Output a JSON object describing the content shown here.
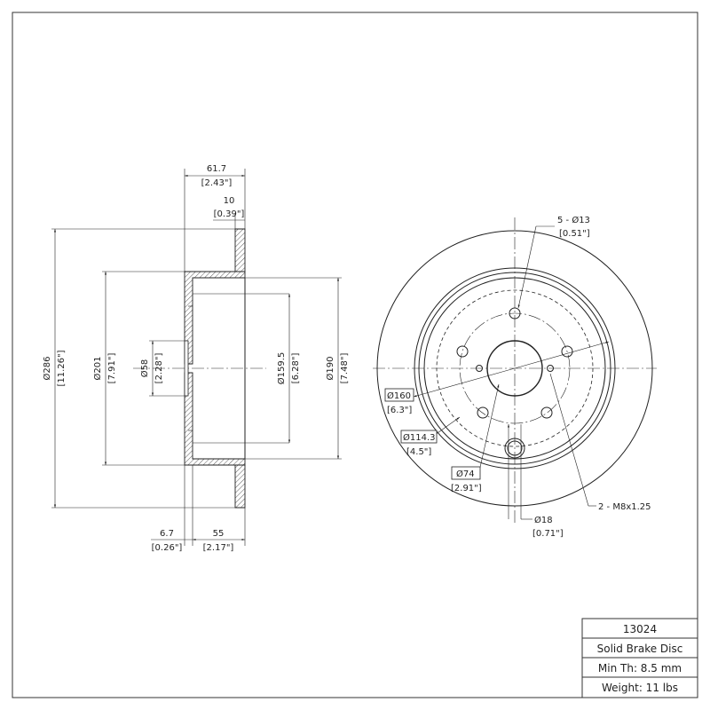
{
  "title_block": {
    "part_number": "13024",
    "description": "Solid Brake Disc",
    "min_thickness": "Min Th: 8.5 mm",
    "weight": "Weight: 11 lbs"
  },
  "dimensions": {
    "overall_height": {
      "mm": "61.7",
      "in": "[2.43\"]"
    },
    "rotor_thickness": {
      "mm": "10",
      "in": "[0.39\"]"
    },
    "outer_diameter": {
      "mm": "Ø286",
      "in": "[11.26\"]"
    },
    "hat_diameter": {
      "mm": "Ø201",
      "in": "[7.91\"]"
    },
    "center_bore": {
      "mm": "Ø58",
      "in": "[2.28\"]"
    },
    "inner_hat_diameter": {
      "mm": "Ø159.5",
      "in": "[6.28\"]"
    },
    "hat_outer_diameter": {
      "mm": "Ø190",
      "in": "[7.48\"]"
    },
    "hat_plate": {
      "mm": "6.7",
      "in": "[0.26\"]"
    },
    "hat_depth": {
      "mm": "55",
      "in": "[2.17\"]"
    },
    "stud_holes": {
      "mm": "5 - Ø13",
      "in": "[0.51\"]"
    },
    "diameter_160": {
      "mm": "Ø160",
      "in": "[6.3\"]"
    },
    "bolt_circle": {
      "mm": "Ø114.3",
      "in": "[4.5\"]"
    },
    "pilot": {
      "mm": "Ø74",
      "in": "[2.91\"]"
    },
    "drain_hole": {
      "mm": "Ø18",
      "in": "[0.71\"]"
    },
    "threaded_holes": {
      "mm": "2 - M8x1.25"
    }
  }
}
